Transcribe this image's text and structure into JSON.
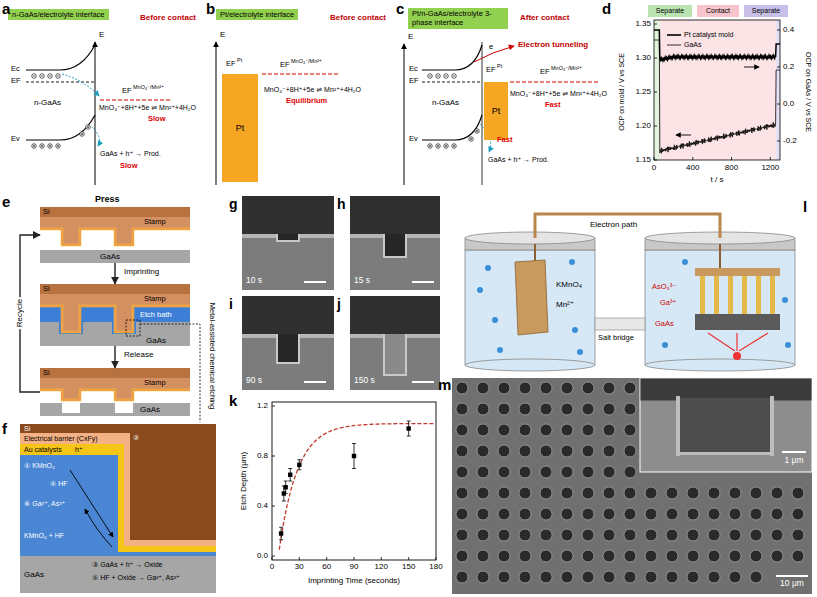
{
  "diagram": {
    "nodes": [
      {
        "text": [
          "n-GaAs/electrolyte interface"
        ]
      },
      {
        "text": [
          "Pt/electrolyte interface"
        ]
      },
      {
        "text": [
          "Pt/n-GaAs/electrolyte 3-phase interface"
        ]
      },
      {
        "text": [
          "Pt"
        ]
      },
      {
        "text": [
          "Pt"
        ]
      },
      {
        "text": [
          "Press",
          "Si",
          "Stamp",
          "GaAs"
        ]
      },
      {
        "text": [
          "Si",
          "Stamp",
          "GaAs",
          "Etch bath"
        ]
      },
      {
        "text": [
          "Si",
          "Stamp",
          "GaAs"
        ]
      }
    ],
    "edges": [
      {
        "from": 5,
        "to": 6,
        "arrow": "to",
        "label": "Imprinting"
      },
      {
        "from": 6,
        "to": 7,
        "arrow": "to",
        "label": "Release"
      },
      {
        "from": 7,
        "to": 5,
        "arrow": "to",
        "label": "Recycle"
      }
    ],
    "labels": [
      "a",
      "Before contact",
      "E",
      "Ec",
      "EF",
      "Ev",
      "n-GaAs",
      "EF",
      "MnO₄⁻/Mn²⁺",
      "MnO₄⁻+8H⁺+5e ⇌ Mn²⁺+4H₂O",
      "Slow",
      "GaAs + h⁺ → Prod.",
      "Slow",
      "b",
      "Before contact",
      "E",
      "EF",
      "Pt",
      "EF",
      "MnO₄⁻/Mn²⁺",
      "MnO₄⁻+8H⁺+5e ⇌ Mn²⁺+4H₂O",
      "Equilibrium",
      "c",
      "After contact",
      "E",
      "Ec",
      "EF",
      "Ev",
      "n-GaAs",
      "EF",
      "Pt",
      "e",
      "Electron tunneling",
      "EF",
      "MnO₄⁻/Mn²⁺",
      "MnO₄⁻+8H⁺+5e ⇌ Mn²⁺+4H₂O",
      "Fast",
      "Fast",
      "GaAs + h⁺ → Prod.",
      "d",
      "Separate",
      "Contact",
      "Separate",
      "1.35",
      "1.30",
      "1.25",
      "1.20",
      "1.15",
      "0.4",
      "0.2",
      "0.0",
      "-0.2",
      "0",
      "400",
      "800",
      "1200",
      "t / s",
      "OCP on mold / V vs SCE",
      "OCP on GaAs / V vs SCE",
      "e",
      "Metal-assisted chemical etching",
      "f",
      "Si",
      "Electrical barrier (CxFy)",
      "②",
      "Au catalysts",
      "h⁺",
      "① KMnO₄",
      "④ HF",
      "⑥ Ga³⁺, As³⁺",
      "KMnO₄ + HF",
      "GaAs",
      "③ GaAs + h⁺ → Oxide",
      "⑤ HF + Oxide → Ga³⁺, As³⁺",
      "g",
      "10 s",
      "h",
      "15 s",
      "i",
      "90 s",
      "j",
      "150 s",
      "k",
      "1.2",
      "0.8",
      "0.4",
      "0.0",
      "0",
      "30",
      "60",
      "90",
      "120",
      "150",
      "180",
      "Imprinting Time (seconds)",
      "Etch Depth (μm)",
      "l",
      "Electron path",
      "KMnO₄",
      "Mn²⁺",
      "Salt bridge",
      "AsO₃³⁻",
      "Ga³⁺",
      "GaAs",
      "m",
      "1 μm",
      "10 μm"
    ],
    "legend": [
      {
        "text": "Pt catalyst mold"
      },
      {
        "text": "GaAs"
      }
    ]
  }
}
